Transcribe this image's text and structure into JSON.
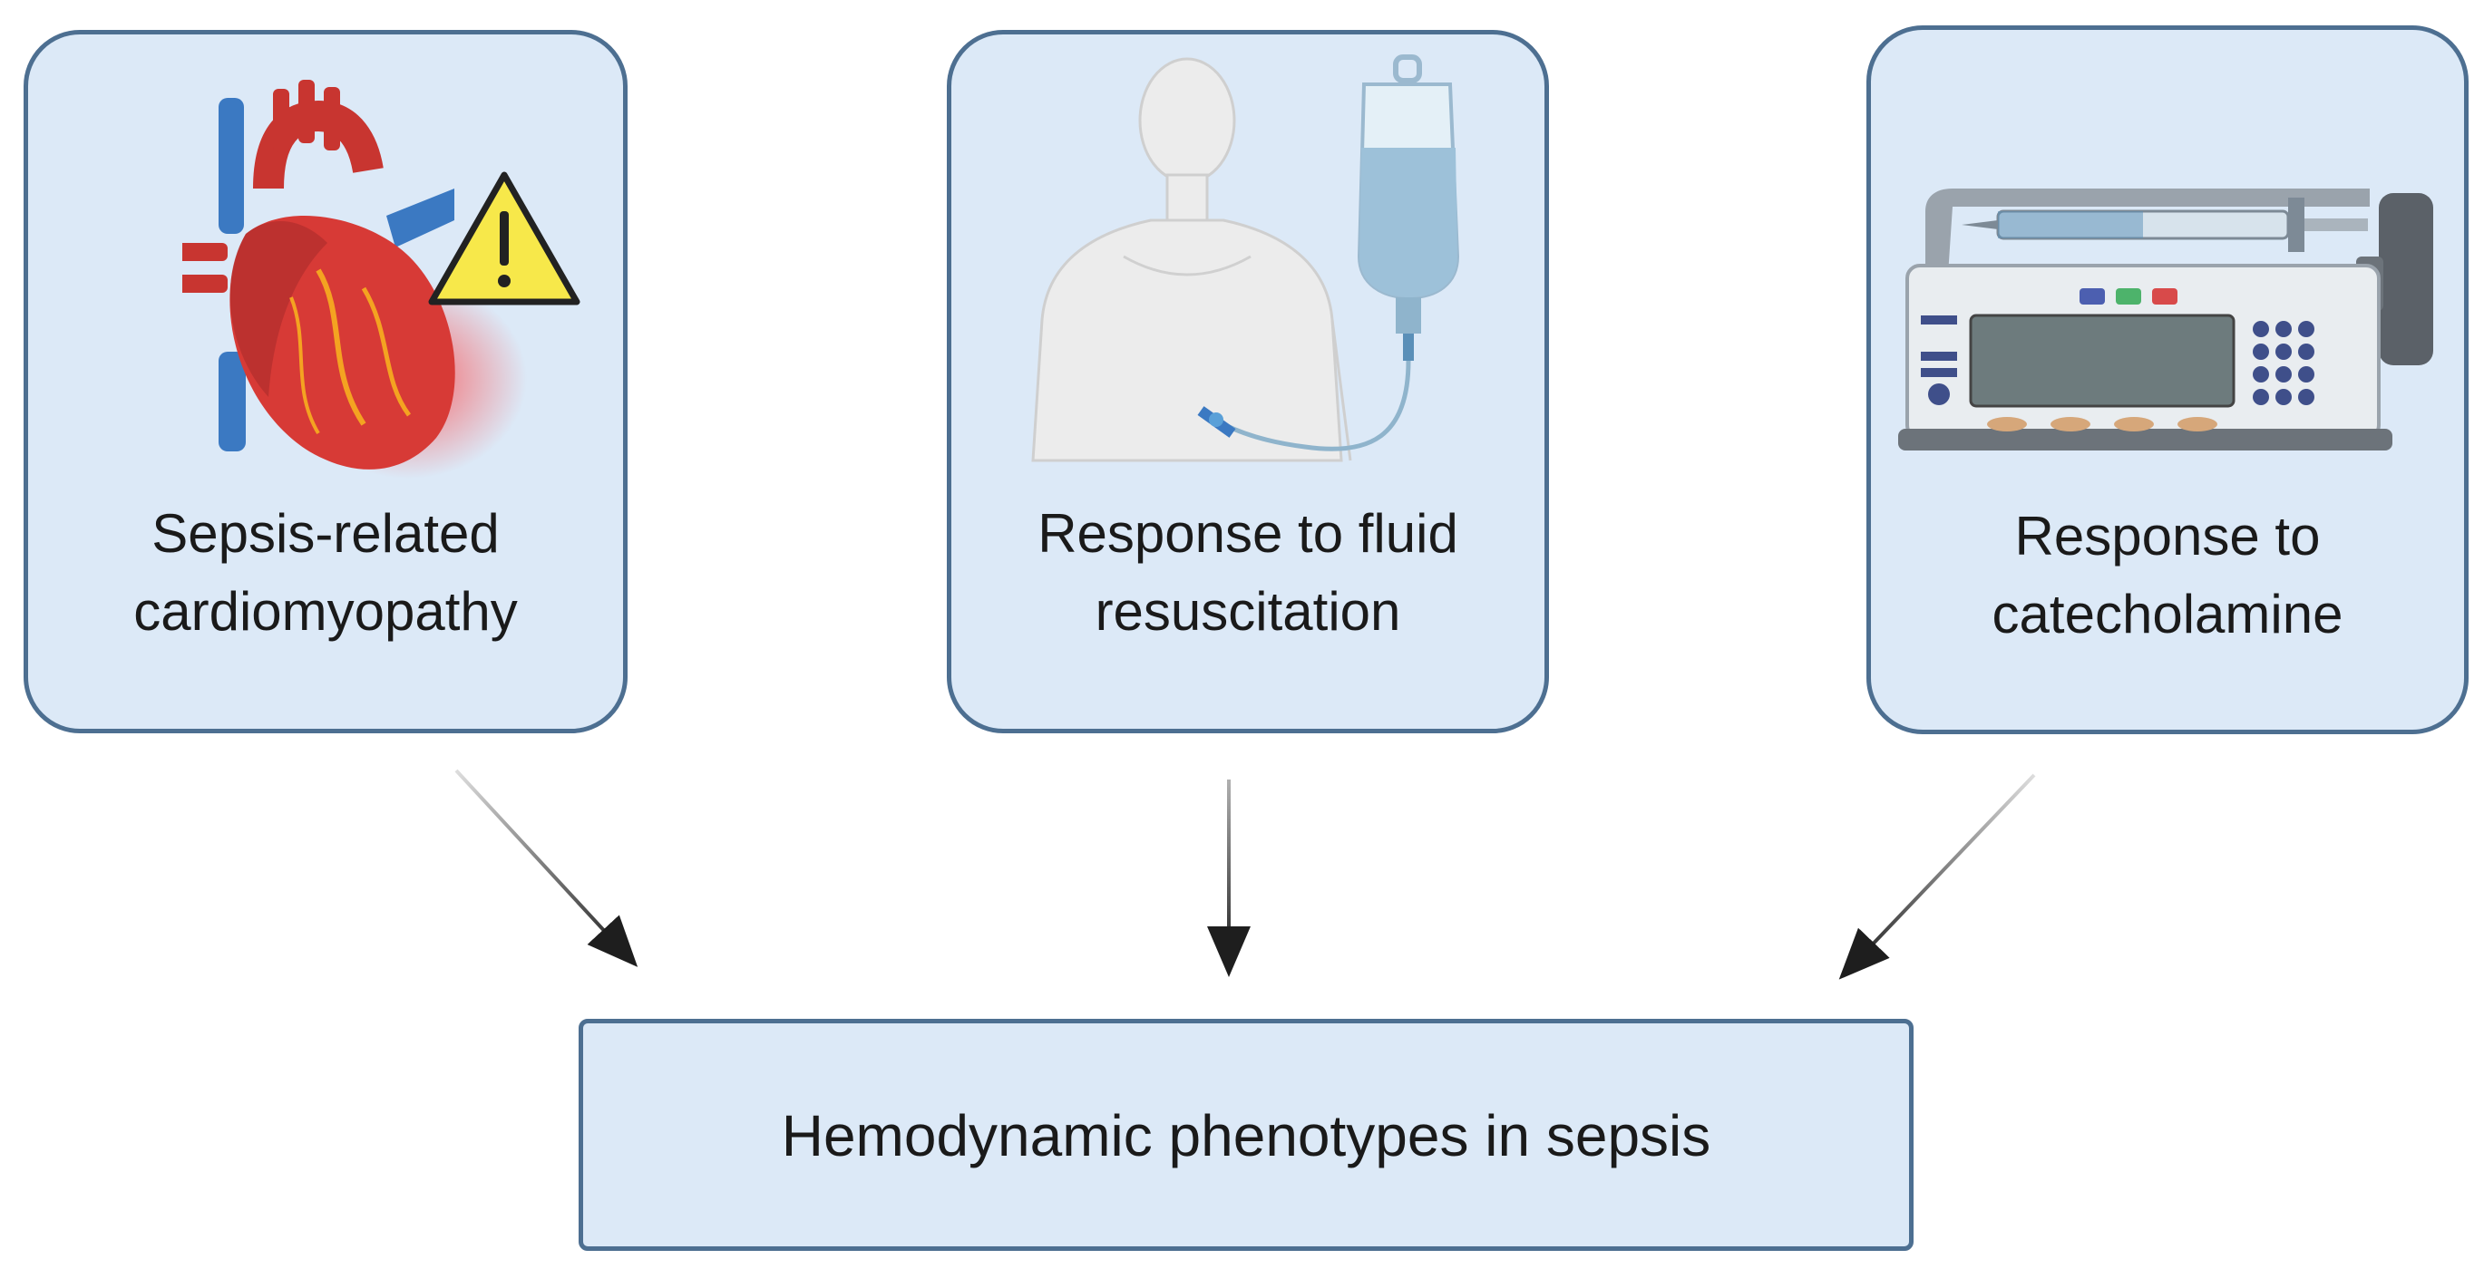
{
  "boxes": [
    {
      "label": "Sepsis-related\ncardiomyopathy",
      "icon": "heart-warning-icon"
    },
    {
      "label": "Response to fluid\nresuscitation",
      "icon": "patient-iv-drip-icon"
    },
    {
      "label": "Response to\ncatecholamine",
      "icon": "syringe-pump-icon"
    }
  ],
  "result": {
    "label": "Hemodynamic phenotypes in sepsis"
  },
  "colors": {
    "box_fill": "#dce9f7",
    "box_border": "#4d6f91",
    "arrow": "#1e1e1e",
    "heart_red": "#d73a36",
    "vessel_blue": "#3b79c2",
    "warning_yellow": "#f7e84a"
  }
}
